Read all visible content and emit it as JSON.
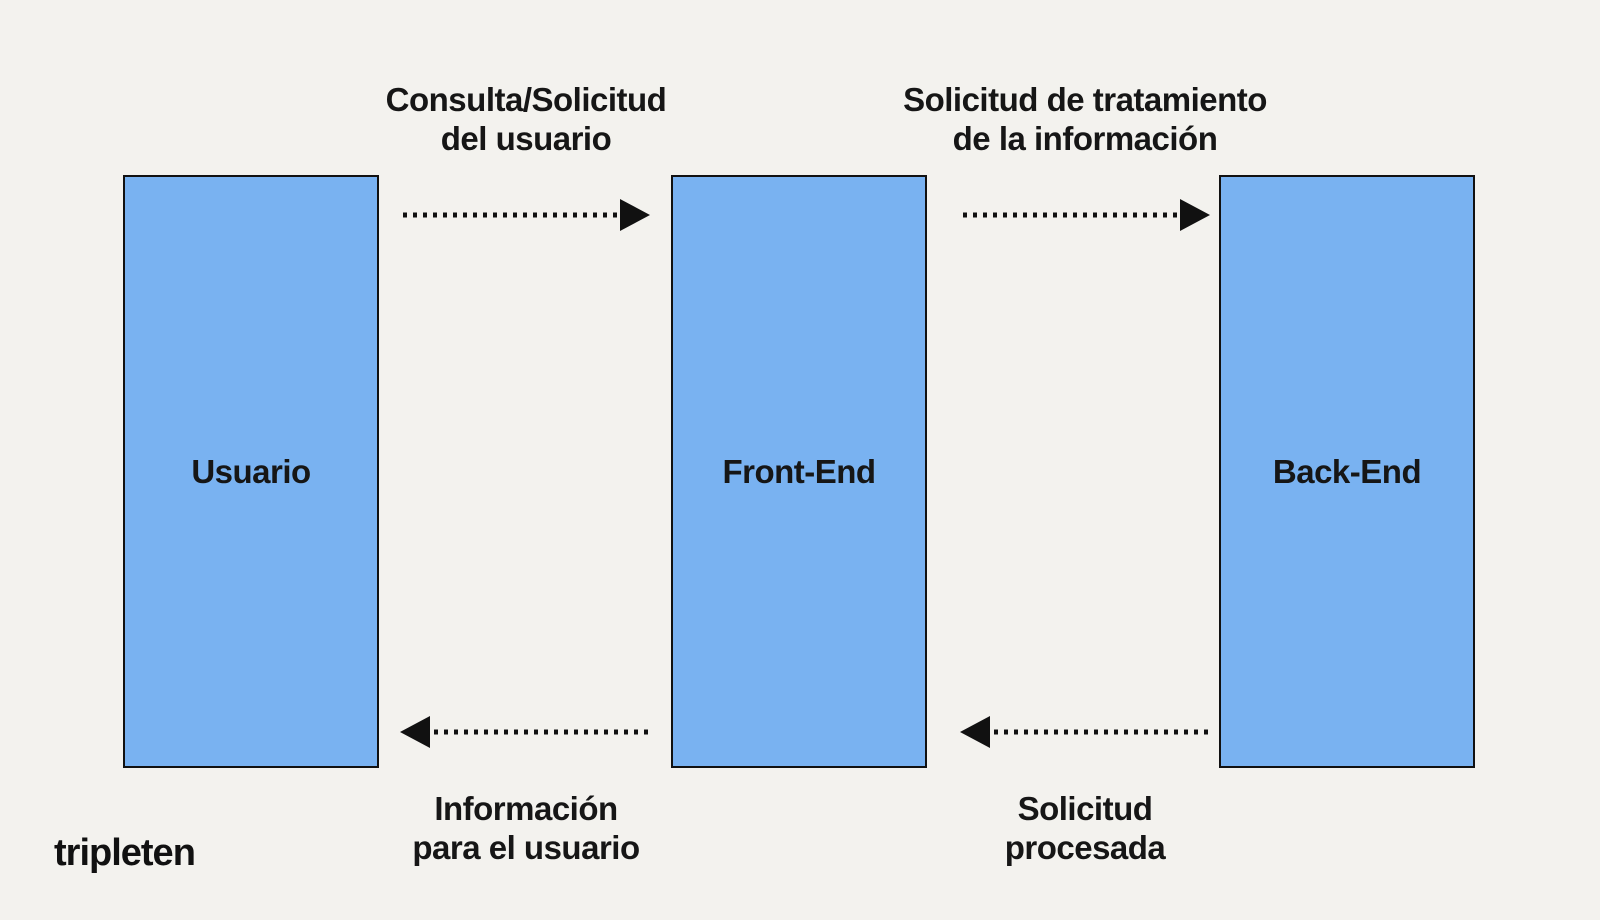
{
  "boxes": {
    "usuario": "Usuario",
    "frontend": "Front-End",
    "backend": "Back-End"
  },
  "labels": {
    "consulta": [
      "Consulta/Solicitud",
      "del usuario"
    ],
    "tratamiento": [
      "Solicitud de tratamiento",
      "de la información"
    ],
    "informacion": [
      "Información",
      "para el usuario"
    ],
    "procesada": [
      "Solicitud",
      "procesada"
    ]
  },
  "arrows": [
    {
      "from": "Usuario",
      "to": "Front-End",
      "direction": "right",
      "style": "dotted"
    },
    {
      "from": "Front-End",
      "to": "Back-End",
      "direction": "right",
      "style": "dotted"
    },
    {
      "from": "Front-End",
      "to": "Usuario",
      "direction": "left",
      "style": "dotted"
    },
    {
      "from": "Back-End",
      "to": "Front-End",
      "direction": "left",
      "style": "dotted"
    }
  ],
  "logo": "tripleten",
  "colors": {
    "background": "#f3f2ee",
    "box_fill": "#79b2f1",
    "stroke": "#111111"
  }
}
